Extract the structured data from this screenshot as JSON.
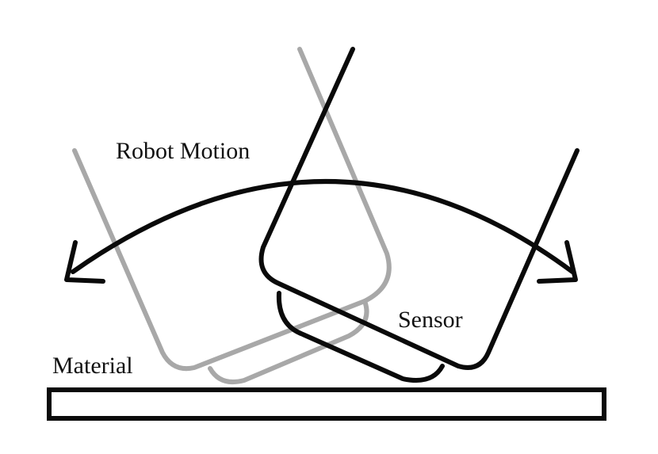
{
  "labels": {
    "motion": "Robot Motion",
    "sensor": "Sensor",
    "material": "Material"
  },
  "colors": {
    "ghost_sensor": "#a8a8a8",
    "active_sensor": "#0a0a0a",
    "background": "#ffffff"
  }
}
